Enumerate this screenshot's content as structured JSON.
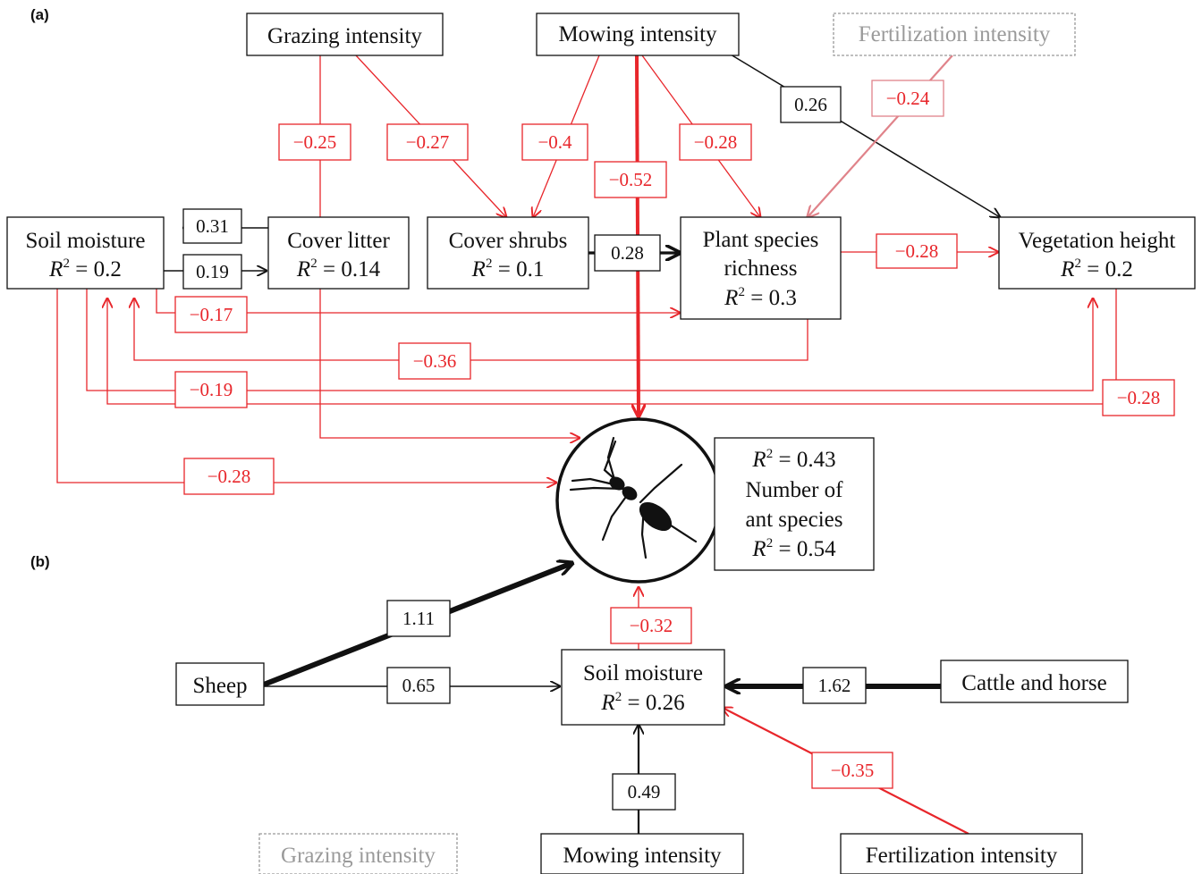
{
  "colors": {
    "positive": "#111111",
    "negative": "#e8262b",
    "nonsignificant_box": "#9a9a9a",
    "fertilization_arrow_a": "#e0838a"
  },
  "panels": {
    "a": "(a)",
    "b": "(b)"
  },
  "panel_a": {
    "nodes": {
      "grazing": "Grazing intensity",
      "mowing": "Mowing intensity",
      "fertilization": "Fertilization intensity",
      "soil_moisture": {
        "name": "Soil moisture",
        "r2": "0.2"
      },
      "cover_litter": {
        "name": "Cover litter",
        "r2": "0.14"
      },
      "cover_shrubs": {
        "name": "Cover shrubs",
        "r2": "0.1"
      },
      "plant_richness": {
        "name_line1": "Plant species",
        "name_line2": "richness",
        "r2": "0.3"
      },
      "vegetation_height": {
        "name": "Vegetation height",
        "r2": "0.2"
      }
    },
    "paths": {
      "litter_to_soil": "0.31",
      "soil_to_litter": "0.19",
      "grazing_to_ants": "−0.25",
      "grazing_to_shrubs": "−0.27",
      "mowing_to_shrubs": "−0.4",
      "mowing_to_ants": "−0.52",
      "mowing_to_richness": "−0.28",
      "mowing_to_height": "0.26",
      "fertilization_to_richness": "−0.24",
      "shrubs_to_richness": "0.28",
      "richness_to_height": "−0.28",
      "soil_to_richness": "−0.17",
      "richness_to_soil": "−0.36",
      "soil_to_height": "−0.19",
      "height_to_soil": "−0.28",
      "soil_to_ants": "−0.28"
    }
  },
  "ant_box": {
    "r2_a": "0.43",
    "label_line1": "Number of",
    "label_line2": "ant species",
    "r2_b": "0.54"
  },
  "panel_b": {
    "nodes": {
      "sheep": "Sheep",
      "soil_moisture": {
        "name": "Soil moisture",
        "r2": "0.26"
      },
      "cattle_horse": "Cattle and horse",
      "grazing": "Grazing intensity",
      "mowing": "Mowing intensity",
      "fertilization": "Fertilization intensity"
    },
    "paths": {
      "sheep_to_ants": "1.11",
      "sheep_to_soil": "0.65",
      "soil_to_ants": "−0.32",
      "cattle_to_soil": "1.62",
      "mowing_to_soil": "0.49",
      "fertilization_to_soil": "−0.35"
    }
  }
}
